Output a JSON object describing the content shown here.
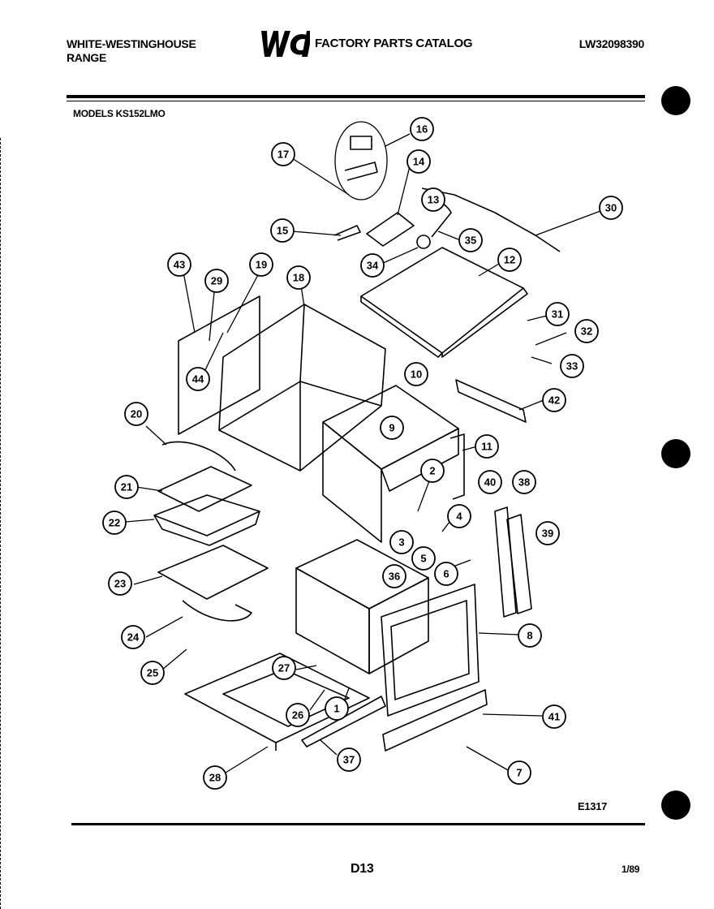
{
  "header": {
    "brand_line1": "WHITE-WESTINGHOUSE",
    "brand_line2": "RANGE",
    "logo_text": "WCI",
    "catalog_title": "FACTORY PARTS CATALOG",
    "catalog_number": "LW32098390",
    "models": "MODELS KS152LMO"
  },
  "diagram": {
    "figure_code": "E1317",
    "callouts": [
      "1",
      "2",
      "3",
      "4",
      "5",
      "6",
      "7",
      "8",
      "9",
      "10",
      "11",
      "12",
      "13",
      "14",
      "15",
      "16",
      "17",
      "18",
      "19",
      "20",
      "21",
      "22",
      "23",
      "24",
      "25",
      "26",
      "27",
      "28",
      "29",
      "30",
      "31",
      "32",
      "33",
      "34",
      "35",
      "36",
      "37",
      "38",
      "39",
      "40",
      "41",
      "42",
      "43",
      "44"
    ]
  },
  "footer": {
    "page": "D13",
    "date": "1/89"
  }
}
